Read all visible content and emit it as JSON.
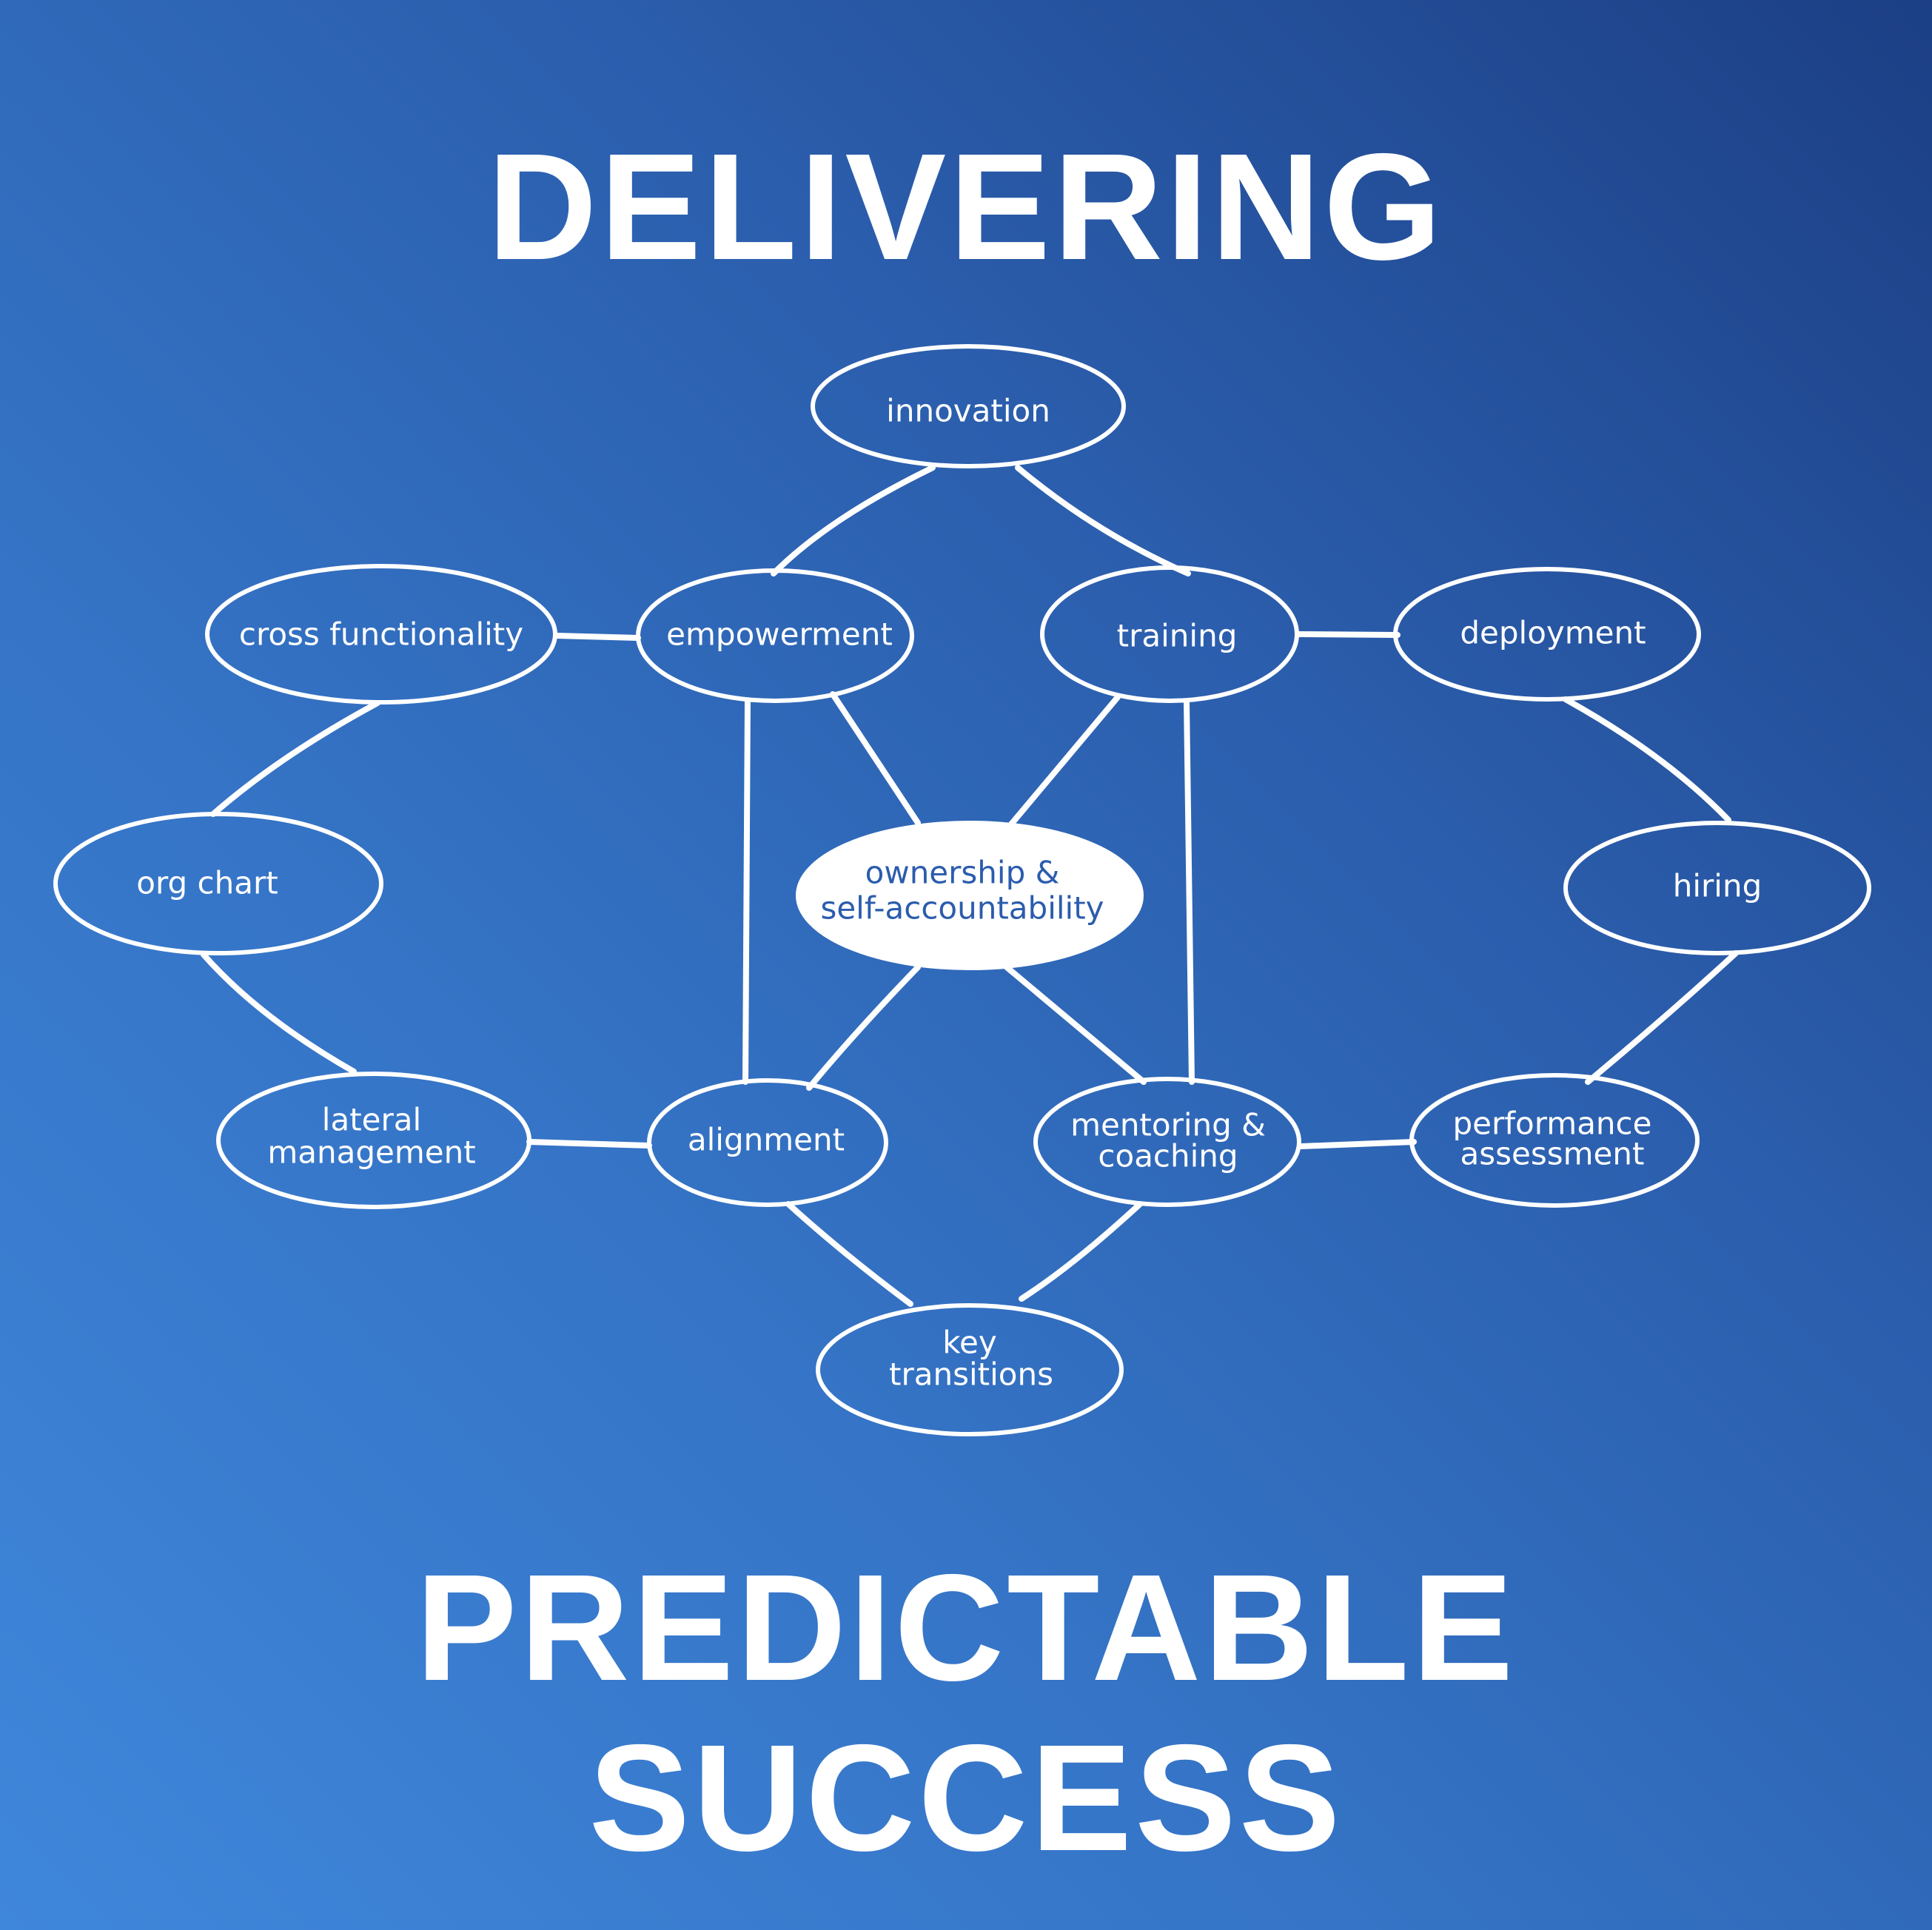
{
  "title": {
    "line1": "DELIVERING",
    "line2": "PREDICTABLE",
    "line3": "SUCCESS"
  },
  "colors": {
    "background_light": "#3f87db",
    "background_dark": "#1c3f85",
    "foreground": "#ffffff",
    "center_text": "#2b5cad"
  },
  "nodes": {
    "innovation": {
      "lines": [
        "innovation"
      ]
    },
    "cross_functionality": {
      "lines": [
        "cross functionality"
      ]
    },
    "empowerment": {
      "lines": [
        "empowerment"
      ]
    },
    "training": {
      "lines": [
        "training"
      ]
    },
    "deployment": {
      "lines": [
        "deployment"
      ]
    },
    "org_chart": {
      "lines": [
        "org chart"
      ]
    },
    "ownership": {
      "lines": [
        "ownership &",
        "self-accountability"
      ]
    },
    "hiring": {
      "lines": [
        "hiring"
      ]
    },
    "lateral_management": {
      "lines": [
        "lateral",
        "management"
      ]
    },
    "alignment": {
      "lines": [
        "alignment"
      ]
    },
    "mentoring": {
      "lines": [
        "mentoring &",
        "coaching"
      ]
    },
    "performance": {
      "lines": [
        "performance",
        "assessment"
      ]
    },
    "key_transitions": {
      "lines": [
        "key",
        "transitions"
      ]
    }
  }
}
